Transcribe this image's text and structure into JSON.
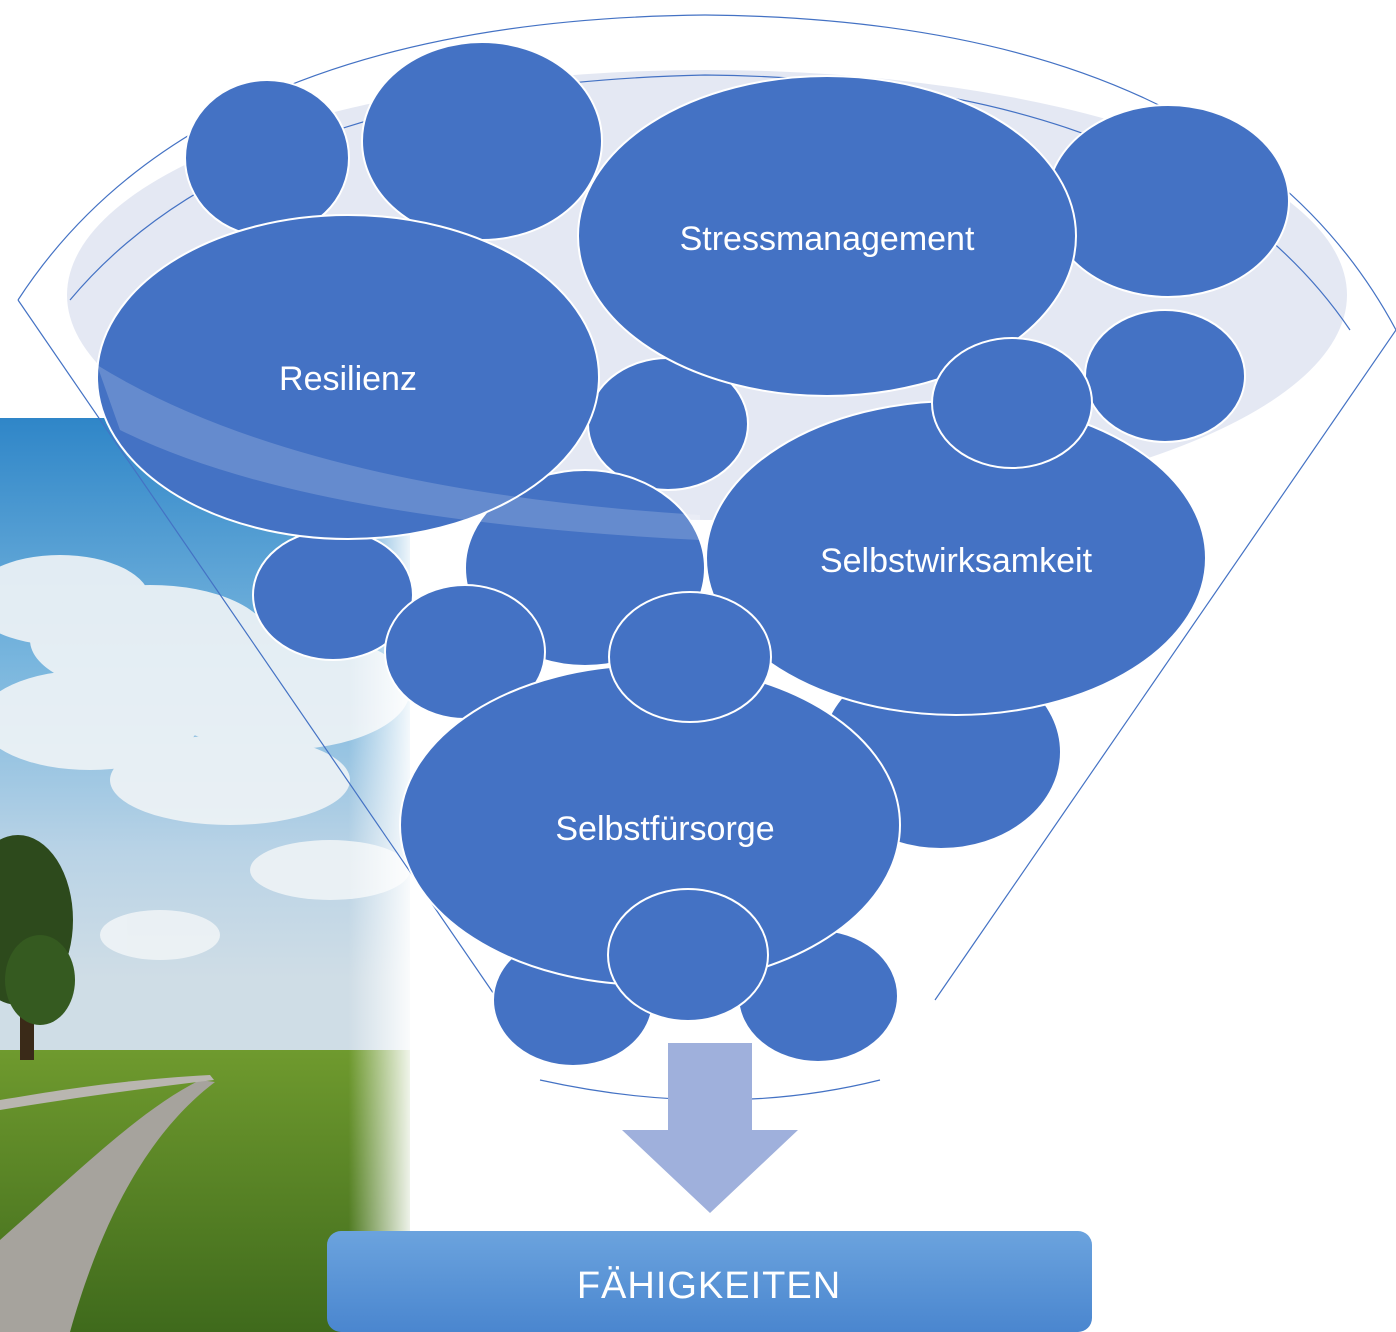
{
  "diagram": {
    "type": "funnel",
    "colors": {
      "bubble_fill": "#4472c4",
      "bubble_stroke": "#ffffff",
      "funnel_outline": "#4472c4",
      "funnel_rim_fill": "#dfe4f1",
      "arrow_fill": "#9fb0dc",
      "result_box_top": "#6ba3de",
      "result_box_bottom": "#4a86cf"
    },
    "background_image": "landscape-photo: road through green meadow under blue sky with clouds and a tree",
    "labeled_bubbles": [
      {
        "key": "stress",
        "label": "Stressmanagement"
      },
      {
        "key": "resilienz",
        "label": "Resilienz"
      },
      {
        "key": "selbstwirksamkeit",
        "label": "Selbstwirksamkeit"
      },
      {
        "key": "selbstfuersorge",
        "label": "Selbstfürsorge"
      }
    ],
    "output_arrow": "arrow-down-icon",
    "result_box": {
      "label": "FÄHIGKEITEN"
    }
  }
}
